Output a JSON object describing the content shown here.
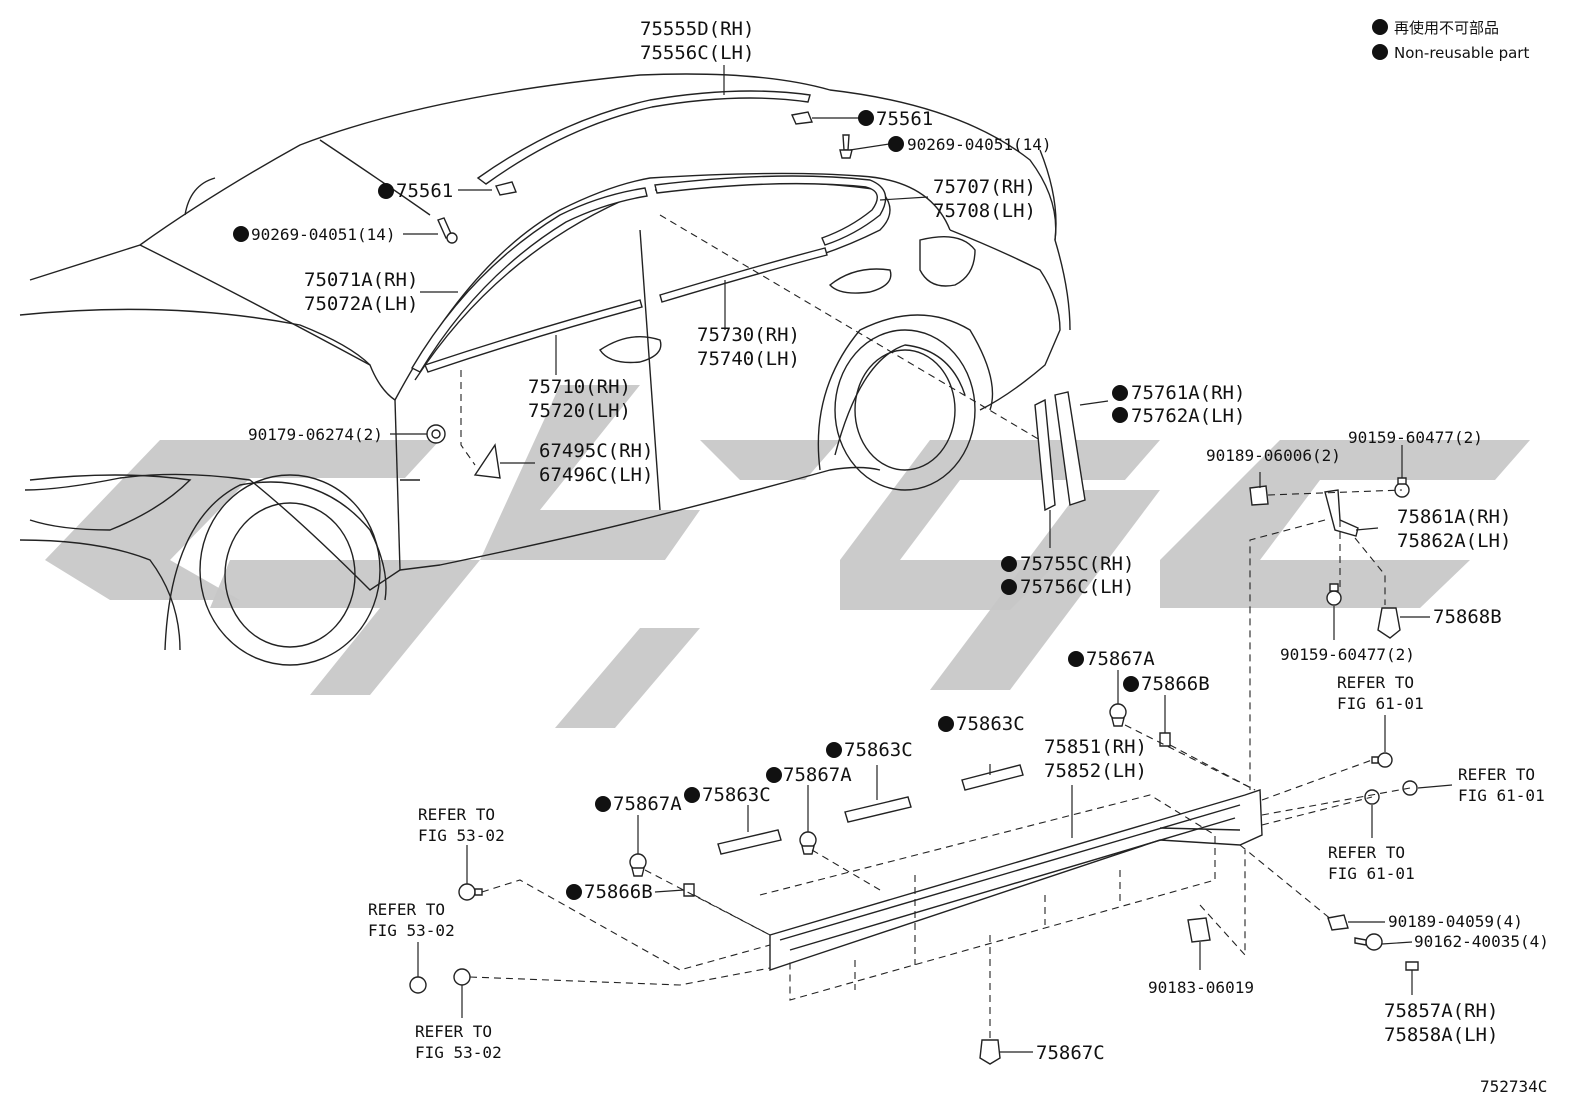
{
  "legend": {
    "line1": "再使用不可部品",
    "line2": "Non-reusable part"
  },
  "figure_code": "752734C",
  "labels": {
    "l_75555D": "75555D(RH)",
    "l_75556C": "75556C(LH)",
    "l_75561_top": "75561",
    "l_90269_top": "90269-04051(14)",
    "l_75561_left": "75561",
    "l_90269_left": "90269-04051(14)",
    "l_75707": "75707(RH)",
    "l_75708": "75708(LH)",
    "l_75071A": "75071A(RH)",
    "l_75072A": "75072A(LH)",
    "l_75730": "75730(RH)",
    "l_75740": "75740(LH)",
    "l_75710": "75710(RH)",
    "l_75720": "75720(LH)",
    "l_90179": "90179-06274(2)",
    "l_67495C": "67495C(RH)",
    "l_67496C": "67496C(LH)",
    "l_75761A": "75761A(RH)",
    "l_75762A": "75762A(LH)",
    "l_90189_06006": "90189-06006(2)",
    "l_90159_top": "90159-60477(2)",
    "l_75861A": "75861A(RH)",
    "l_75862A": "75862A(LH)",
    "l_75755C": "75755C(RH)",
    "l_75756C": "75756C(LH)",
    "l_75868B": "75868B",
    "l_90159_bot": "90159-60477(2)",
    "l_75867A_top": "75867A",
    "l_75866B_top": "75866B",
    "l_refer_61_a1": "REFER TO",
    "l_refer_61_a2": "FIG 61-01",
    "l_refer_61_b1": "REFER TO",
    "l_refer_61_b2": "FIG 61-01",
    "l_refer_61_c1": "REFER TO",
    "l_refer_61_c2": "FIG 61-01",
    "l_75863C_r": "75863C",
    "l_75863C_m": "75863C",
    "l_75851": "75851(RH)",
    "l_75852": "75852(LH)",
    "l_75867A_m": "75867A",
    "l_75863C_l": "75863C",
    "l_75867A_l": "75867A",
    "l_refer_53_a1": "REFER TO",
    "l_refer_53_a2": "FIG 53-02",
    "l_refer_53_b1": "REFER TO",
    "l_refer_53_b2": "FIG 53-02",
    "l_refer_53_c1": "REFER TO",
    "l_refer_53_c2": "FIG 53-02",
    "l_75866B_l": "75866B",
    "l_90189_04059": "90189-04059(4)",
    "l_90162": "90162-40035(4)",
    "l_90183": "90183-06019",
    "l_75857A": "75857A(RH)",
    "l_75858A": "75858A(LH)",
    "l_75867C": "75867C"
  }
}
